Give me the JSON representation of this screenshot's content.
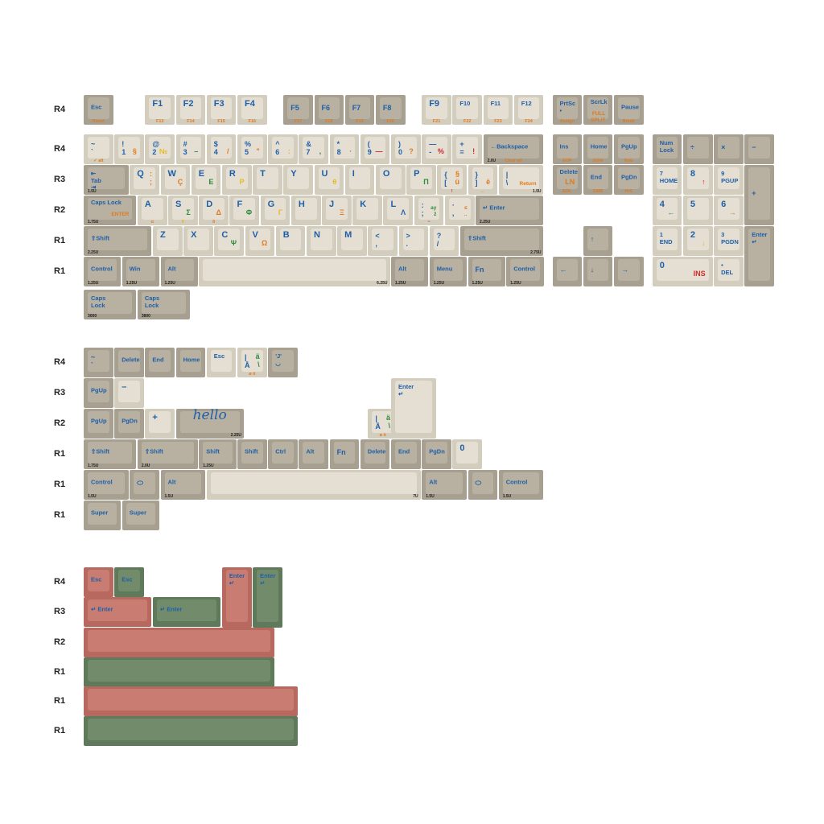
{
  "colors": {
    "mod": [
      "#a79f90",
      "#b8b1a1"
    ],
    "alpha": [
      "#d3cdbd",
      "#e4dfd2"
    ],
    "red": [
      "#b8695f",
      "#c97c71"
    ],
    "green": [
      "#5f7a5a",
      "#728c6b"
    ],
    "legend": "#1f5fa8",
    "orange": "#e07a1f",
    "green_legend": "#2e8b3a",
    "yellow": "#e8b923",
    "red_legend": "#d02a2a"
  },
  "sections": [
    {
      "rows": [
        "R4",
        "R4",
        "R3",
        "R2",
        "R1",
        "R1"
      ],
      "keys": [
        {
          "l": "Esc",
          "c": "mod",
          "f": "Reset"
        },
        {
          "l": "F1",
          "c": "alpha",
          "f": "F13"
        },
        {
          "l": "F2",
          "c": "alpha",
          "f": "F14"
        },
        {
          "l": "F3",
          "c": "alpha",
          "f": "F15"
        },
        {
          "l": "F4",
          "c": "alpha",
          "f": "F16"
        },
        {
          "l": "F5",
          "c": "mod",
          "f": "F17"
        },
        {
          "l": "F6",
          "c": "mod",
          "f": "F18"
        },
        {
          "l": "F7",
          "c": "mod",
          "f": "F19"
        },
        {
          "l": "F8",
          "c": "mod",
          "f": "F20"
        },
        {
          "l": "F9",
          "c": "alpha",
          "f": "F21"
        },
        {
          "l": "F10",
          "c": "alpha",
          "f": "F22"
        },
        {
          "l": "F11",
          "c": "alpha",
          "f": "F23"
        },
        {
          "l": "F12",
          "c": "alpha",
          "f": "F24"
        },
        {
          "l": "PrtSc\n•",
          "c": "mod",
          "f": "Assign"
        },
        {
          "l": "ScrLk",
          "c": "mod",
          "a": "FULL\nSPLIT",
          "ac": "orange"
        },
        {
          "l": "Pause",
          "c": "mod",
          "f": "Break"
        },
        {
          "l": "~\n`",
          "c": "alpha",
          "f": "✓ alt"
        },
        {
          "l": "!\n1",
          "c": "alpha",
          "a": "§",
          "ac": "orange"
        },
        {
          "l": "@\n2",
          "c": "alpha",
          "a": "№",
          "ac": "yellow"
        },
        {
          "l": "#\n3",
          "c": "alpha",
          "a": "–",
          "ac": "green_legend"
        },
        {
          "l": "$\n4",
          "c": "alpha",
          "a": "/",
          "ac": "orange"
        },
        {
          "l": "%\n5",
          "c": "alpha",
          "a": "\"",
          "ac": "orange"
        },
        {
          "l": "^\n6",
          "c": "alpha",
          "a": ":",
          "ac": "yellow"
        },
        {
          "l": "&\n7",
          "c": "alpha",
          "a": ",",
          "ac": "green_legend"
        },
        {
          "l": "*\n8",
          "c": "alpha",
          "a": "·",
          "ac": "orange"
        },
        {
          "l": "(\n9",
          "c": "alpha",
          "a": "—",
          "ac": "red_legend"
        },
        {
          "l": ")\n0",
          "c": "alpha",
          "a": "?",
          "ac": "orange"
        },
        {
          "l": "—\n-",
          "c": "alpha",
          "a": "%",
          "ac": "red_legend"
        },
        {
          "l": "+\n=",
          "c": "alpha",
          "a": "!",
          "ac": "red_legend"
        },
        {
          "l": "←Backspace",
          "c": "mod",
          "f": "Clear-all",
          "u": "2.0U"
        },
        {
          "l": "Ins",
          "c": "mod",
          "f": "EOP"
        },
        {
          "l": "Home",
          "c": "mod",
          "f": "SOW"
        },
        {
          "l": "PgUp",
          "c": "mod",
          "f": "RsE"
        },
        {
          "l": "Num\nLock",
          "c": "mod"
        },
        {
          "l": "÷",
          "c": "mod"
        },
        {
          "l": "×",
          "c": "mod"
        },
        {
          "l": "−",
          "c": "mod"
        },
        {
          "l": "⇤\nTab\n⇥",
          "c": "mod",
          "u": "1.5U"
        },
        {
          "l": "Q",
          "c": "alpha",
          "a": ":\n;",
          "ac": "orange"
        },
        {
          "l": "W",
          "c": "alpha",
          "a": "Ç",
          "ac": "orange"
        },
        {
          "l": "E",
          "c": "alpha",
          "a": "Ε",
          "ac": "green_legend"
        },
        {
          "l": "R",
          "c": "alpha",
          "a": "Ρ",
          "ac": "yellow"
        },
        {
          "l": "T",
          "c": "alpha"
        },
        {
          "l": "Y",
          "c": "alpha"
        },
        {
          "l": "U",
          "c": "alpha",
          "a": "θ",
          "ac": "yellow"
        },
        {
          "l": "I",
          "c": "alpha"
        },
        {
          "l": "O",
          "c": "alpha"
        },
        {
          "l": "P",
          "c": "alpha",
          "a": "Π",
          "ac": "green_legend"
        },
        {
          "l": "{\n[",
          "c": "alpha",
          "a": "§\nü",
          "ac": "orange",
          "f": "!",
          "fc": "red_legend"
        },
        {
          "l": "}\n]",
          "c": "alpha",
          "a": "ë",
          "ac": "orange",
          "f": "←",
          "fc": "orange"
        },
        {
          "l": "|\n\\",
          "c": "alpha",
          "a": "Return",
          "ac": "orange",
          "u": "1.5U"
        },
        {
          "l": "Delete",
          "c": "mod",
          "a": "LN",
          "ac": "orange",
          "f": "EOL"
        },
        {
          "l": "End",
          "c": "mod",
          "f": "EMB"
        },
        {
          "l": "PgDn",
          "c": "mod",
          "f": "RrS"
        },
        {
          "l": "7\nHOME",
          "c": "alpha"
        },
        {
          "l": "8",
          "c": "alpha",
          "a": "↑",
          "ac": "red_legend"
        },
        {
          "l": "9\nPGUP",
          "c": "alpha"
        },
        {
          "l": "+",
          "c": "mod"
        },
        {
          "l": "Caps Lock",
          "c": "mod",
          "a": "ENTER",
          "ac": "orange",
          "u": "1.75U"
        },
        {
          "l": "A",
          "c": "alpha",
          "f": "α",
          "fc": "orange"
        },
        {
          "l": "S",
          "c": "alpha",
          "a": "Σ",
          "ac": "green_legend",
          "f": "ß",
          "fc": "yellow"
        },
        {
          "l": "D",
          "c": "alpha",
          "a": "Δ",
          "ac": "orange",
          "f": "δ",
          "fc": "orange"
        },
        {
          "l": "F",
          "c": "alpha",
          "a": "Φ",
          "ac": "green_legend"
        },
        {
          "l": "G",
          "c": "alpha",
          "a": "Γ",
          "ac": "yellow"
        },
        {
          "l": "H",
          "c": "alpha"
        },
        {
          "l": "J",
          "c": "alpha",
          "a": "Ξ",
          "ac": "orange"
        },
        {
          "l": "K",
          "c": "alpha"
        },
        {
          "l": "L",
          "c": "alpha",
          "a": "Λ",
          "ac": "legend"
        },
        {
          "l": ":\n;",
          "c": "alpha",
          "a": "ay\nž",
          "ac": "green_legend",
          "f": "~",
          "fc": "red_legend"
        },
        {
          "l": "·\n,",
          "c": "alpha",
          "a": "≤\n..",
          "ac": "orange"
        },
        {
          "l": "↵ Enter",
          "c": "mod",
          "u": "2.25U"
        },
        {
          "l": "4",
          "c": "alpha",
          "a": "←",
          "ac": "green_legend"
        },
        {
          "l": "5",
          "c": "alpha"
        },
        {
          "l": "6",
          "c": "alpha",
          "a": "→",
          "ac": "orange"
        },
        {
          "l": "⇧Shift",
          "c": "mod",
          "u": "2.25U"
        },
        {
          "l": "Z",
          "c": "alpha"
        },
        {
          "l": "X",
          "c": "alpha"
        },
        {
          "l": "C",
          "c": "alpha",
          "a": "Ψ",
          "ac": "green_legend"
        },
        {
          "l": "V",
          "c": "alpha",
          "a": "Ω",
          "ac": "orange"
        },
        {
          "l": "B",
          "c": "alpha"
        },
        {
          "l": "N",
          "c": "alpha"
        },
        {
          "l": "M",
          "c": "alpha"
        },
        {
          "l": "<\n,",
          "c": "alpha"
        },
        {
          "l": ">\n.",
          "c": "alpha"
        },
        {
          "l": "?\n/",
          "c": "alpha"
        },
        {
          "l": "⇧Shift",
          "c": "mod",
          "u": "2.75U"
        },
        {
          "l": "↑",
          "c": "mod"
        },
        {
          "l": "1\nEND",
          "c": "alpha"
        },
        {
          "l": "2",
          "c": "alpha",
          "a": "↓",
          "ac": "yellow"
        },
        {
          "l": "3\nPGDN",
          "c": "alpha"
        },
        {
          "l": "Enter\n↵",
          "c": "mod"
        },
        {
          "l": "Control",
          "c": "mod",
          "u": "1.25U"
        },
        {
          "l": "Win",
          "c": "mod",
          "u": "1.25U"
        },
        {
          "l": "Alt",
          "c": "mod",
          "u": "1.25U"
        },
        {
          "l": "",
          "c": "alpha",
          "u": "6.25U"
        },
        {
          "l": "Alt",
          "c": "mod",
          "u": "1.25U"
        },
        {
          "l": "Menu",
          "c": "mod",
          "u": "1.25U"
        },
        {
          "l": "Fn",
          "c": "mod",
          "u": "1.25U"
        },
        {
          "l": "Control",
          "c": "mod",
          "u": "1.25U"
        },
        {
          "l": "←",
          "c": "mod"
        },
        {
          "l": "↓",
          "c": "mod"
        },
        {
          "l": "→",
          "c": "mod"
        },
        {
          "l": "0",
          "c": "alpha",
          "a": "INS",
          "ac": "red_legend"
        },
        {
          "l": "•\nDEL",
          "c": "alpha"
        },
        {
          "l": "Caps\nLock",
          "c": "mod",
          "u": "3000"
        },
        {
          "l": "Caps\nLock",
          "c": "mod",
          "u": "3800"
        }
      ]
    },
    {
      "rows": [
        "R4",
        "R3",
        "R2",
        "R1",
        "R1",
        "R1"
      ],
      "keys": [
        {
          "l": "~\n`",
          "c": "mod"
        },
        {
          "l": "Delete",
          "c": "mod"
        },
        {
          "l": "End",
          "c": "mod"
        },
        {
          "l": "Home",
          "c": "mod"
        },
        {
          "l": "Esc",
          "c": "alpha"
        },
        {
          "l": "|\nÅ",
          "c": "alpha",
          "a": "ä\n\\",
          "ac": "green_legend",
          "f": "ø ö",
          "fc": "orange"
        },
        {
          "l": "'J'\n◡",
          "c": "mod"
        },
        {
          "l": "PgUp",
          "c": "mod"
        },
        {
          "l": "–",
          "c": "alpha"
        },
        {
          "l": "PgUp",
          "c": "mod"
        },
        {
          "l": "PgDn",
          "c": "mod"
        },
        {
          "l": "+",
          "c": "alpha"
        },
        {
          "l": "hello",
          "c": "mod",
          "u": "2.25U",
          "hello": true
        },
        {
          "l": "|\nÅ",
          "c": "alpha",
          "a": "ä\n\\",
          "ac": "green_legend",
          "f": "ø ö",
          "fc": "orange"
        },
        {
          "l": "Enter\n↵",
          "c": "alpha"
        },
        {
          "l": "⇧Shift",
          "c": "mod",
          "u": "1.75U"
        },
        {
          "l": "⇧Shift",
          "c": "mod",
          "u": "2.0U"
        },
        {
          "l": "Shift",
          "c": "mod",
          "u": "1.25U"
        },
        {
          "l": "Shift",
          "c": "mod"
        },
        {
          "l": "Ctrl",
          "c": "mod"
        },
        {
          "l": "Alt",
          "c": "mod"
        },
        {
          "l": "Fn",
          "c": "mod"
        },
        {
          "l": "Delete",
          "c": "mod"
        },
        {
          "l": "End",
          "c": "mod"
        },
        {
          "l": "PgDn",
          "c": "mod"
        },
        {
          "l": "0",
          "c": "alpha"
        },
        {
          "l": "Control",
          "c": "mod",
          "u": "1.5U"
        },
        {
          "l": "⬭",
          "c": "mod"
        },
        {
          "l": "Alt",
          "c": "mod",
          "u": "1.5U"
        },
        {
          "l": "",
          "c": "alpha",
          "u": "7U"
        },
        {
          "l": "Alt",
          "c": "mod",
          "u": "1.5U"
        },
        {
          "l": "⬭",
          "c": "mod"
        },
        {
          "l": "Control",
          "c": "mod",
          "u": "1.5U"
        },
        {
          "l": "Super",
          "c": "mod"
        },
        {
          "l": "Super",
          "c": "mod"
        }
      ]
    },
    {
      "rows": [
        "R4",
        "R3",
        "R2",
        "R1",
        "R1",
        "R1"
      ],
      "keys": [
        {
          "l": "Esc",
          "c": "red"
        },
        {
          "l": "Esc",
          "c": "green"
        },
        {
          "l": "Enter\n↵",
          "c": "red"
        },
        {
          "l": "Enter\n↵",
          "c": "green"
        },
        {
          "l": "↵ Enter",
          "c": "red"
        },
        {
          "l": "↵ Enter",
          "c": "green"
        },
        {
          "l": "",
          "c": "red"
        },
        {
          "l": "",
          "c": "green"
        },
        {
          "l": "",
          "c": "red"
        },
        {
          "l": "",
          "c": "green"
        }
      ]
    }
  ]
}
